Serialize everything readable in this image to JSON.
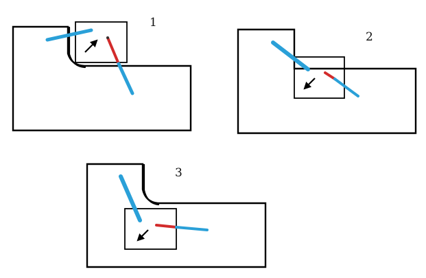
{
  "panels": [
    {
      "label": "1"
    },
    {
      "label": "2"
    },
    {
      "label": "3"
    }
  ],
  "colors": {
    "outline": "#000000",
    "blue_link": "#2aa0d8",
    "red_link": "#d22b2b",
    "arrow": "#000000",
    "background": "#ffffff"
  },
  "icons": [
    "motion-arrow-icon"
  ]
}
